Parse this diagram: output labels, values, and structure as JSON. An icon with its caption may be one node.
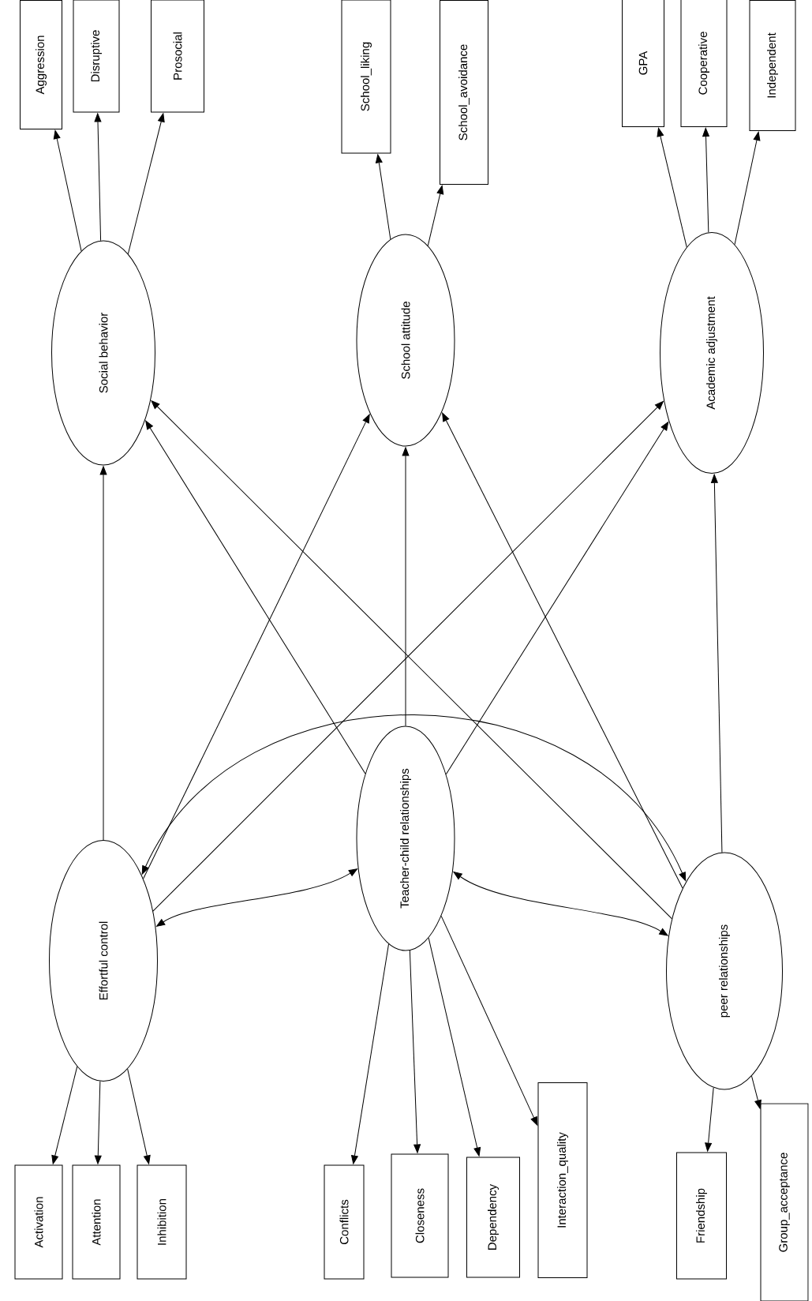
{
  "diagram": {
    "nodes": [
      {
        "text": [
          "Aggression"
        ]
      },
      {
        "text": [
          "Disruptive"
        ]
      },
      {
        "text": [
          "Prosocial"
        ]
      },
      {
        "text": [
          "School_liking"
        ]
      },
      {
        "text": [
          "School_avoidance"
        ]
      },
      {
        "text": [
          "GPA"
        ]
      },
      {
        "text": [
          "Cooperative"
        ]
      },
      {
        "text": [
          "Independent"
        ]
      },
      {
        "text": [
          "Social behavior"
        ]
      },
      {
        "text": [
          "School attitude"
        ]
      },
      {
        "text": [
          "Academic adjustment"
        ]
      },
      {
        "text": [
          "Effortful control"
        ]
      },
      {
        "text": [
          "Teacher-child relationships"
        ]
      },
      {
        "text": [
          "peer relationships"
        ]
      },
      {
        "text": [
          "Activation"
        ]
      },
      {
        "text": [
          "Attention"
        ]
      },
      {
        "text": [
          "Inhibition"
        ]
      },
      {
        "text": [
          "Conflicts"
        ]
      },
      {
        "text": [
          "Closeness"
        ]
      },
      {
        "text": [
          "Dependency"
        ]
      },
      {
        "text": [
          "Interaction_quality"
        ]
      },
      {
        "text": [
          "Friendship"
        ]
      },
      {
        "text": [
          "Group_acceptance"
        ]
      }
    ],
    "edges": [
      {
        "from": 8,
        "to": 0,
        "arrow": "to"
      },
      {
        "from": 8,
        "to": 1,
        "arrow": "to"
      },
      {
        "from": 8,
        "to": 2,
        "arrow": "to"
      },
      {
        "from": 9,
        "to": 3,
        "arrow": "to"
      },
      {
        "from": 9,
        "to": 4,
        "arrow": "to"
      },
      {
        "from": 10,
        "to": 5,
        "arrow": "to"
      },
      {
        "from": 10,
        "to": 6,
        "arrow": "to"
      },
      {
        "from": 10,
        "to": 7,
        "arrow": "to"
      },
      {
        "from": 11,
        "to": 8,
        "arrow": "to"
      },
      {
        "from": 11,
        "to": 9,
        "arrow": "to"
      },
      {
        "from": 11,
        "to": 10,
        "arrow": "to"
      },
      {
        "from": 12,
        "to": 8,
        "arrow": "to"
      },
      {
        "from": 12,
        "to": 9,
        "arrow": "to"
      },
      {
        "from": 12,
        "to": 10,
        "arrow": "to"
      },
      {
        "from": 13,
        "to": 8,
        "arrow": "to"
      },
      {
        "from": 13,
        "to": 9,
        "arrow": "to"
      },
      {
        "from": 13,
        "to": 10,
        "arrow": "to"
      },
      {
        "from": 11,
        "to": 12,
        "arrow": "both"
      },
      {
        "from": 12,
        "to": 13,
        "arrow": "both"
      },
      {
        "from": 11,
        "to": 13,
        "arrow": "both"
      },
      {
        "from": 11,
        "to": 14,
        "arrow": "to"
      },
      {
        "from": 11,
        "to": 15,
        "arrow": "to"
      },
      {
        "from": 11,
        "to": 16,
        "arrow": "to"
      },
      {
        "from": 12,
        "to": 17,
        "arrow": "to"
      },
      {
        "from": 12,
        "to": 18,
        "arrow": "to"
      },
      {
        "from": 12,
        "to": 19,
        "arrow": "to"
      },
      {
        "from": 12,
        "to": 20,
        "arrow": "to"
      },
      {
        "from": 13,
        "to": 21,
        "arrow": "to"
      },
      {
        "from": 13,
        "to": 22,
        "arrow": "to"
      }
    ]
  }
}
